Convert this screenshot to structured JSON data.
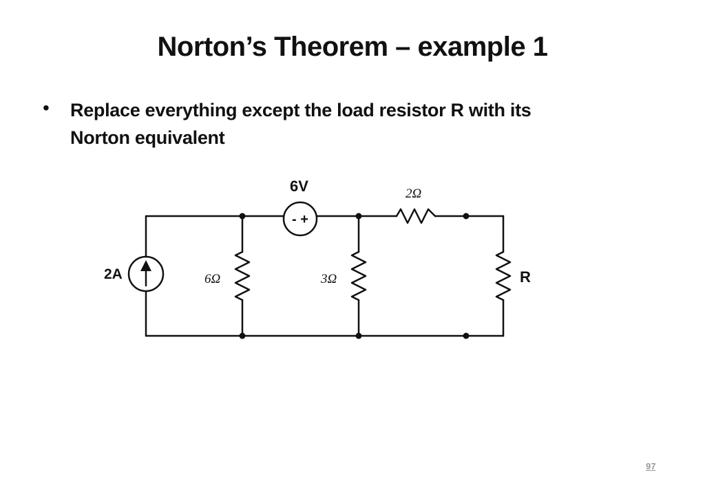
{
  "slide": {
    "title": "Norton’s Theorem – example 1",
    "bullet": {
      "marker": "•",
      "text_line1": "Replace everything except the load resistor R with its",
      "text_line2": "Norton equivalent"
    },
    "page_number": "97"
  },
  "circuit": {
    "current_source_label": "2A",
    "voltage_source_label": "6V",
    "voltage_source_polarity": "- +",
    "resistor_6_label": "6Ω",
    "resistor_3_label": "3Ω",
    "resistor_2_label": "2Ω",
    "load_resistor_label": "R"
  }
}
